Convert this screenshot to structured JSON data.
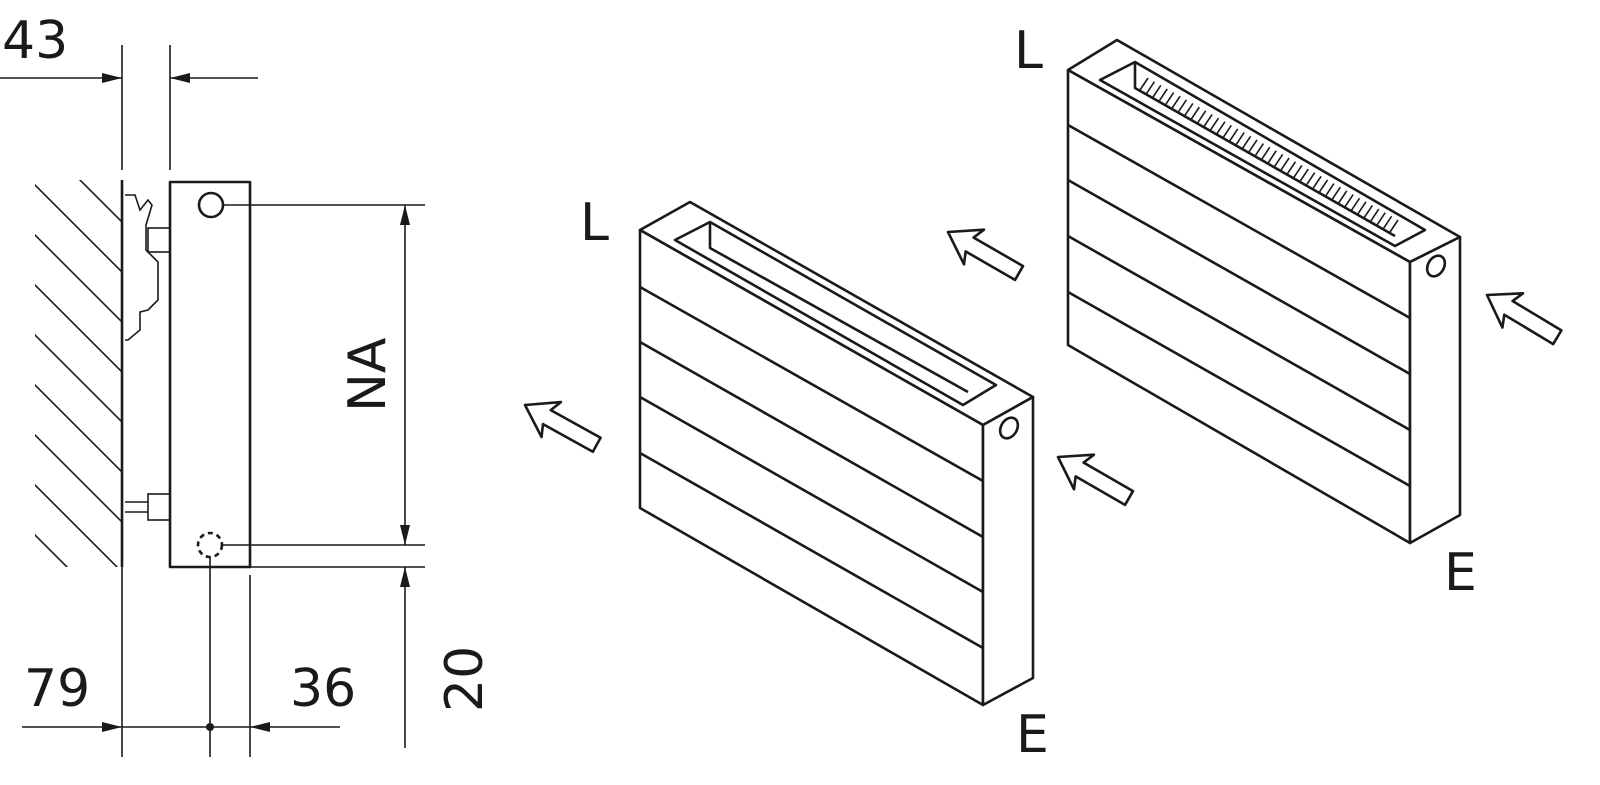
{
  "side_view": {
    "dim_wall_gap": "43",
    "dim_center_distance": "NA",
    "dim_depth": "79",
    "dim_pipe_offset": "36",
    "dim_bottom": "20"
  },
  "front_radiator": {
    "inlet_label": "L",
    "outlet_label": "E"
  },
  "rear_radiator": {
    "inlet_label": "L",
    "outlet_label": "E"
  },
  "colors": {
    "line": "#1a1a1a",
    "background": "#ffffff"
  }
}
